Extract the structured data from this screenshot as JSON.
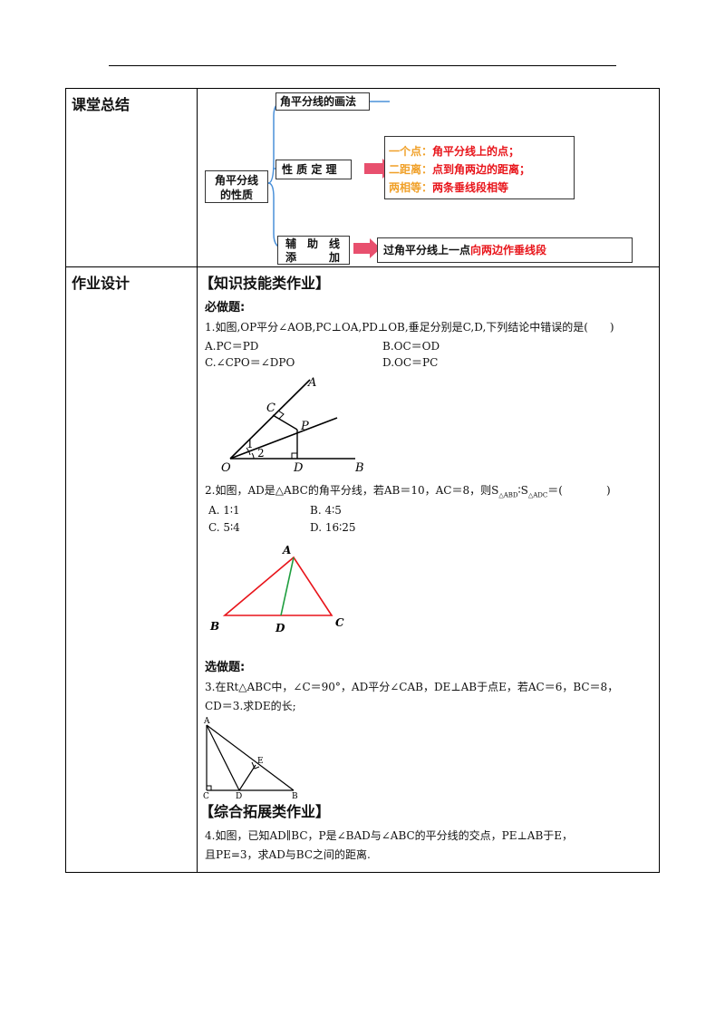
{
  "rows": {
    "summary_label": "课堂总结",
    "design_label": "作业设计"
  },
  "summary": {
    "center_line1": "角平分线",
    "center_line2": "的性质",
    "drawing": "角平分线的画法",
    "theorem": "性 质 定 理",
    "theorem_points": [
      {
        "prefix": "一个点：",
        "text": "角平分线上的点；"
      },
      {
        "prefix": "二距离：",
        "text": "点到角两边的距离；"
      },
      {
        "prefix": "两相等：",
        "text": "两条垂线段相等"
      }
    ],
    "aux_line1": "辅　助　线",
    "aux_line2": "添　　　加",
    "aux_text_black": "过角平分线上一点",
    "aux_text_red": "向两边作垂线段",
    "colors": {
      "red": "#e8141a",
      "orange": "#f0a028",
      "arrow": "#e8506e",
      "tree": "#4a90d9"
    }
  },
  "homework": {
    "section1": "【知识技能类作业】",
    "required": "必做题:",
    "q1": "1.如图,OP平分∠AOB,PC⊥OA,PD⊥OB,垂足分别是C,D,下列结论中错误的是(　　)",
    "q1_opts": [
      "A.PC＝PD",
      "B.OC＝OD",
      "C.∠CPO＝∠DPO",
      "D.OC＝PC"
    ],
    "fig1_labels": {
      "A": "A",
      "B": "B",
      "C": "C",
      "D": "D",
      "O": "O",
      "P": "P",
      "one": "1",
      "two": "2"
    },
    "q2_main": "2.如图，AD是△ABC的角平分线，若AB＝10，AC＝8，则S",
    "q2_sub1": "△ABD",
    "q2_sep": "∶S",
    "q2_sub2": "△ADC",
    "q2_end": "＝(　　　　)",
    "q2_opts": [
      "A. 1∶1",
      "B. 4∶5",
      "C. 5∶4",
      "D. 16∶25"
    ],
    "fig2_labels": {
      "A": "A",
      "B": "B",
      "C": "C",
      "D": "D"
    },
    "optional": "选做题:",
    "q3_line1": "3.在Rt△ABC中，∠C＝90°，AD平分∠CAB，DE⊥AB于点E，若AC＝6，BC＝8，",
    "q3_line2": "CD＝3.求DE的长;",
    "fig3_labels": {
      "A": "A",
      "B": "B",
      "C": "C",
      "D": "D",
      "E": "E"
    },
    "section2": "【综合拓展类作业】",
    "q4_line1": "4.如图，已知AD∥BC，P是∠BAD与∠ABC的平分线的交点，PE⊥AB于E，",
    "q4_line2": "且PE=3，求AD与BC之间的距离."
  }
}
